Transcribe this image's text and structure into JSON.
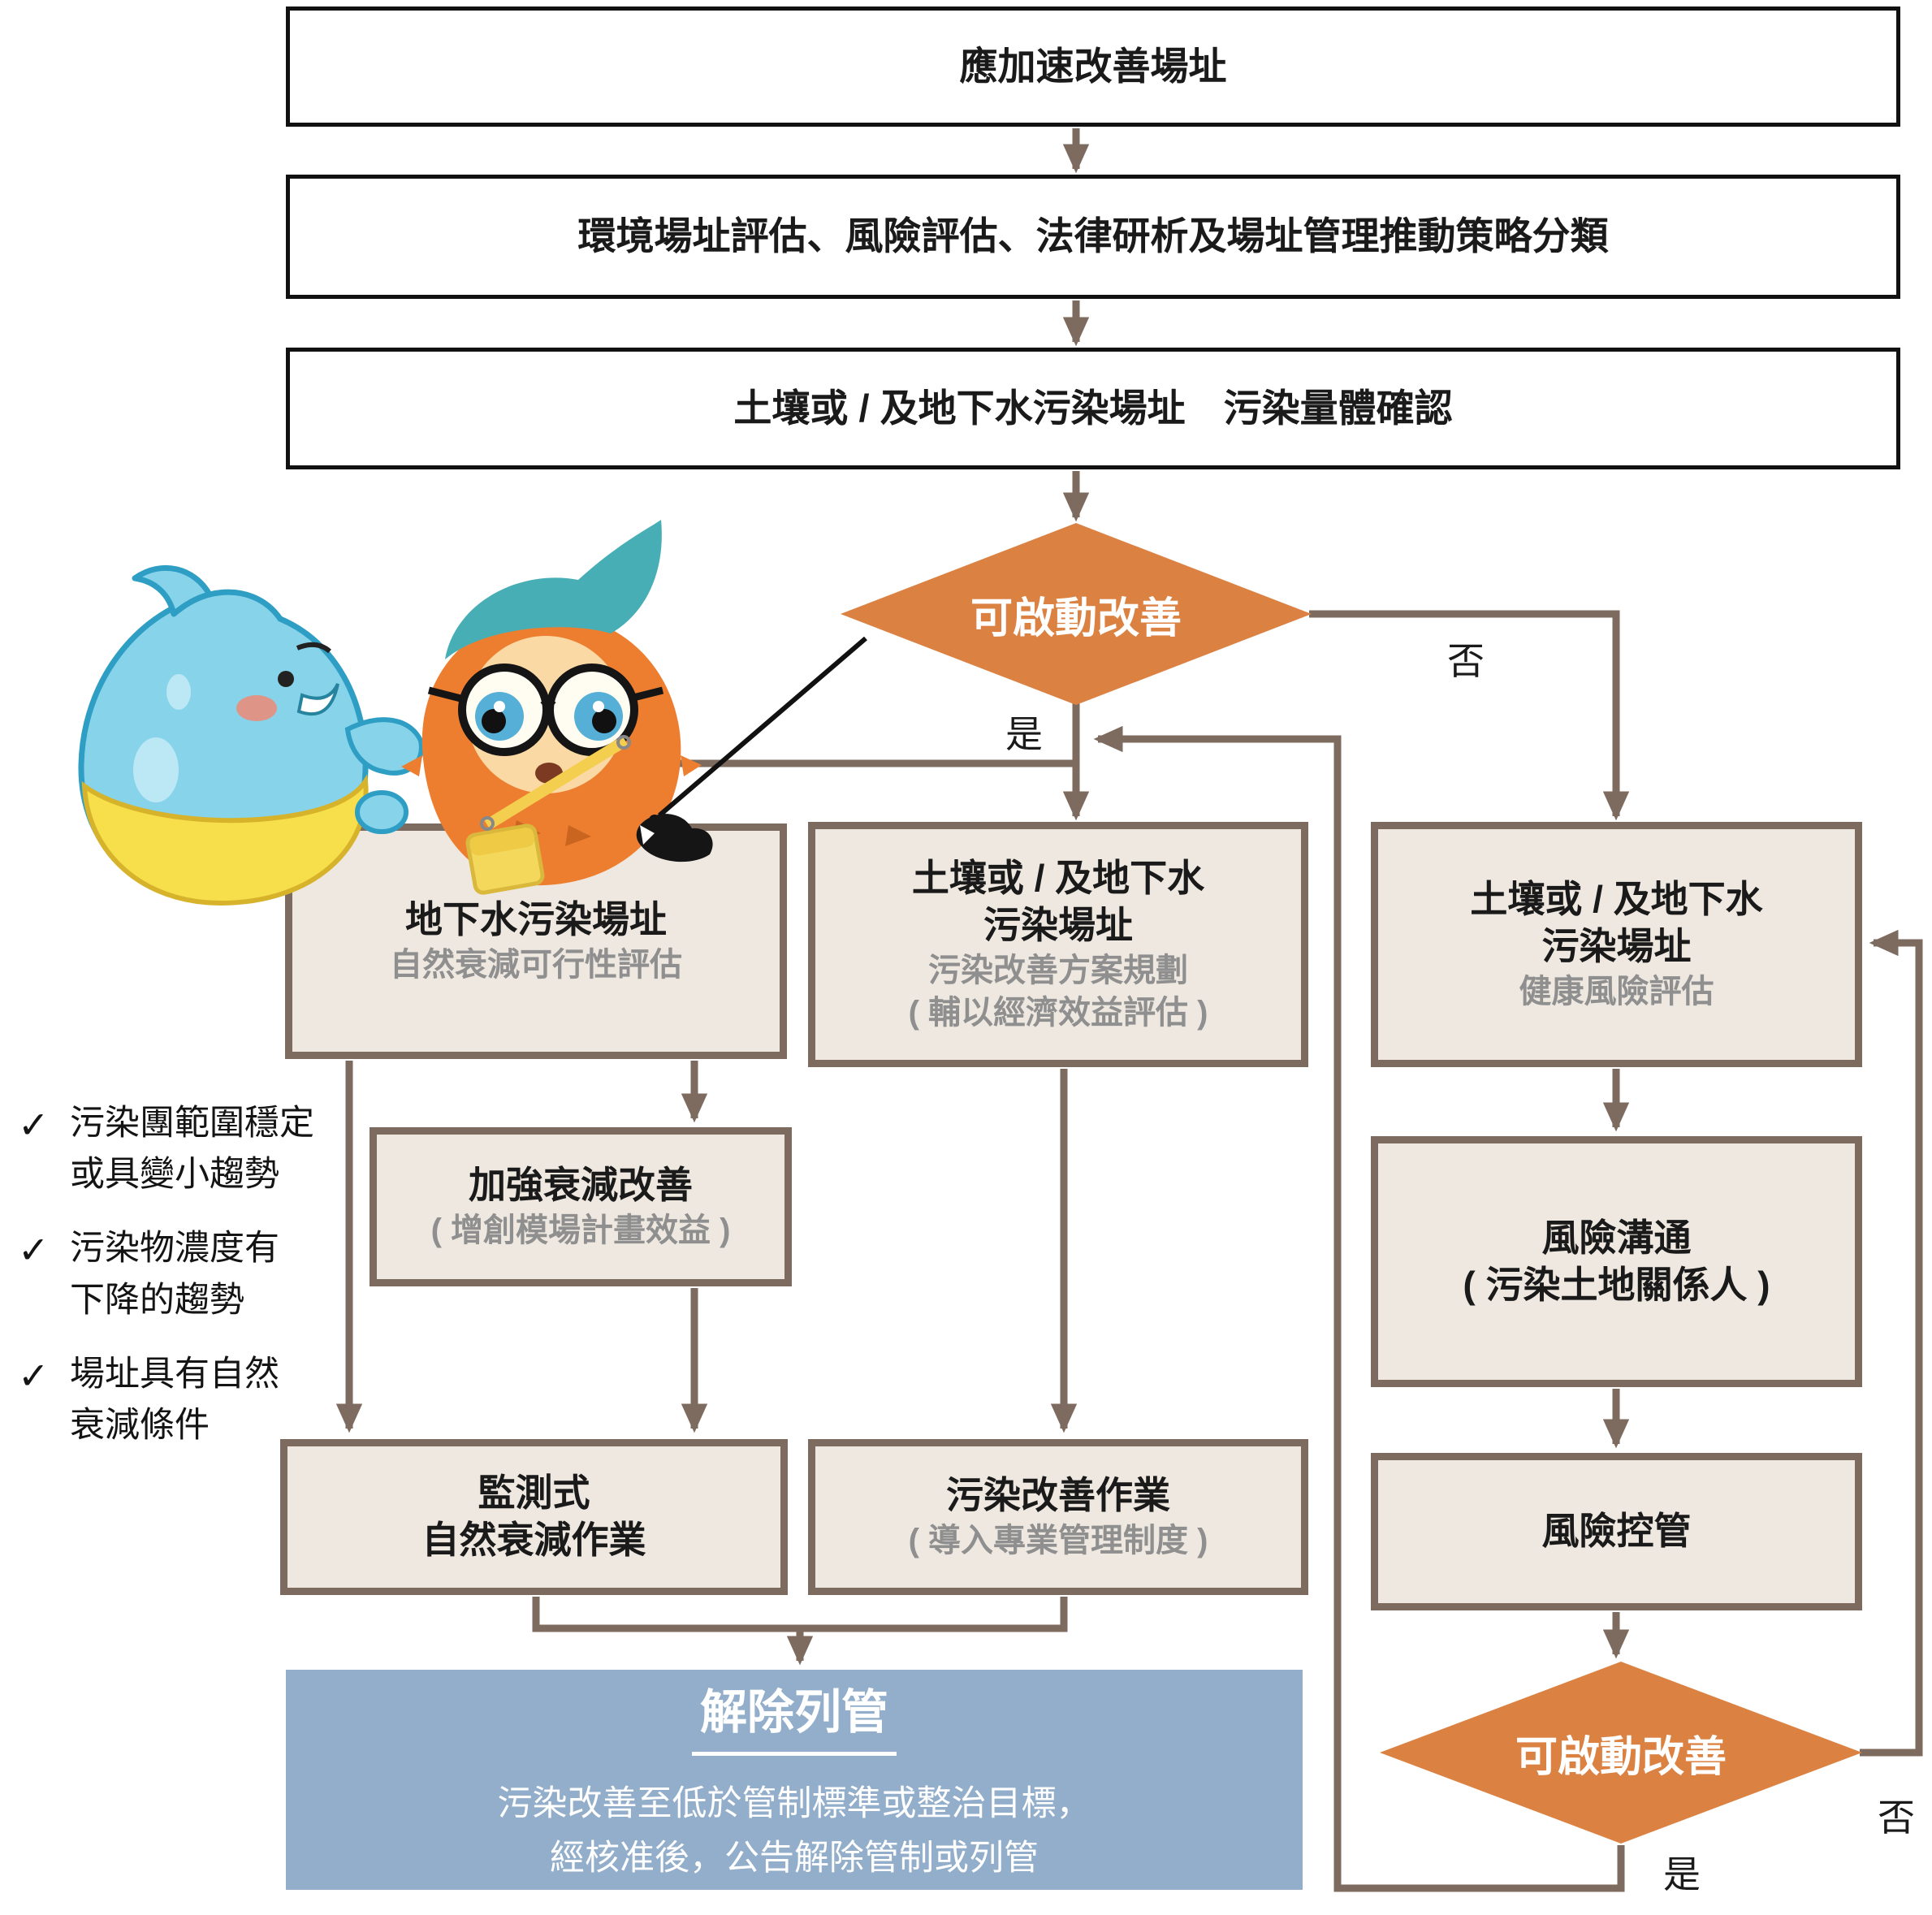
{
  "top_boxes": {
    "box1": "應加速改善場址",
    "box2": "環境場址評估、風險評估、法律研析及場址管理推動策略分類",
    "box3": "土壤或 / 及地下水污染場址　污染量體確認"
  },
  "decision_top": {
    "label": "可啟動改善",
    "no": "否",
    "yes": "是"
  },
  "decision_bottom": {
    "label": "可啟動改善",
    "no": "否",
    "yes": "是"
  },
  "columns": {
    "groundwater": {
      "title": "地下水污染場址",
      "subtitle": "自然衰減可行性評估"
    },
    "soil_plan": {
      "line1": "土壤或 / 及地下水",
      "line2": "污染場址",
      "sub1": "污染改善方案規劃",
      "sub2": "( 輔以經濟效益評估 )"
    },
    "soil_health": {
      "line1": "土壤或 / 及地下水",
      "line2": "污染場址",
      "sub": "健康風險評估"
    }
  },
  "enhance": {
    "title": "加強衰減改善",
    "sub": "( 增創模場計畫效益 )"
  },
  "monitor": {
    "line1": "監測式",
    "line2": "自然衰減作業"
  },
  "remediation": {
    "title": "污染改善作業",
    "sub": "( 導入專業管理制度 )"
  },
  "risk_comm": {
    "line1": "風險溝通",
    "line2": "( 污染土地關係人 )"
  },
  "risk_control": {
    "label": "風險控管"
  },
  "delist": {
    "title": "解除列管",
    "body1": "污染改善至低於管制標準或整治目標，",
    "body2": "經核准後，公告解除管制或列管"
  },
  "checklist": {
    "mark": "✓",
    "items": [
      {
        "line1": "污染團範圍穩定",
        "line2": "或具變小趨勢"
      },
      {
        "line1": "污染物濃度有",
        "line2": "下降的趨勢"
      },
      {
        "line1": "場址具有自然",
        "line2": "衰減條件"
      }
    ]
  },
  "colors": {
    "accent_orange": "#DB8243",
    "line_brown": "#7E6B5F",
    "box_beige": "#EEE8E0",
    "blue_panel": "#92AECA",
    "gray_text": "#8F8F8F"
  }
}
